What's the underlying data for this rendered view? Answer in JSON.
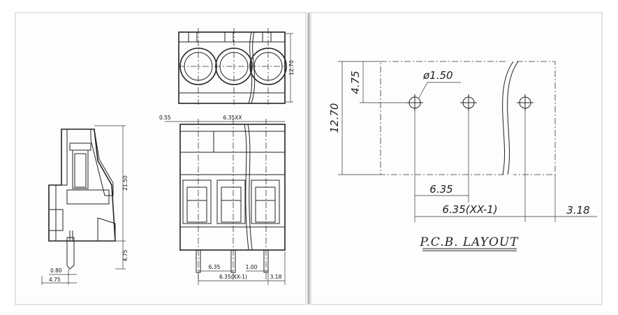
{
  "left": {
    "dim_top_height": "12.70",
    "dim_side_height": "21.50",
    "dim_pin_length": "4.75",
    "dim_pin_width": "0.80",
    "dim_pin_offset": "4.75",
    "dim_edge": "0.55",
    "dim_pitch_xx": "6.35XX",
    "dim_pitch": "6.35",
    "dim_pin_dia": "1.00",
    "dim_pitch_total": "6.35(XX-1)",
    "dim_margin": "3.18"
  },
  "right": {
    "dim_height": "12.70",
    "dim_hole_offset": "4.75",
    "dim_hole_dia": "ø1.50",
    "dim_pitch": "6.35",
    "dim_pitch_total": "6.35(XX-1)",
    "dim_margin": "3.18",
    "title": "P.C.B.  LAYOUT"
  }
}
